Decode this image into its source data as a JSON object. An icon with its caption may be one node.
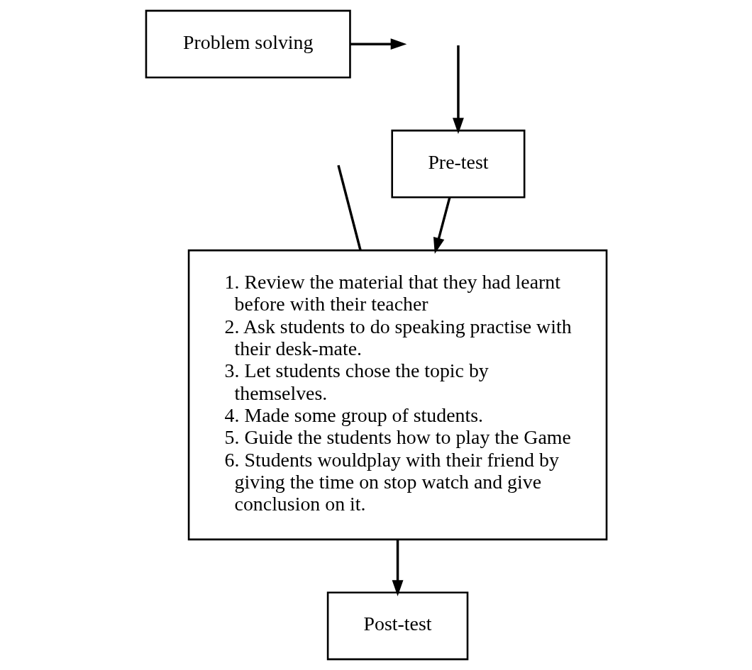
{
  "diagram": {
    "nodes": [
      {
        "text": [
          "Problem solving"
        ]
      },
      {
        "text": [
          "Pre-test"
        ]
      },
      {
        "text": [
          "1. Review the material that they had learnt before with their teacher",
          "2. Ask students to do speaking practise with their desk-mate.",
          "3. Let students chose the topic by themselves.",
          "4. Made some group of students.",
          "5. Guide the students how to play the Game",
          "6. Students wouldplay with their friend by giving the time on stop watch and give conclusion on it."
        ]
      },
      {
        "text": [
          "Post-test"
        ]
      }
    ],
    "edges": [
      {
        "from": 0,
        "to": null,
        "arrow": "to"
      },
      {
        "from": null,
        "to": 1,
        "arrow": "to"
      },
      {
        "from": 1,
        "to": 2,
        "arrow": "to"
      },
      {
        "from": null,
        "to": 2,
        "arrow": "none"
      },
      {
        "from": 2,
        "to": 3,
        "arrow": "to"
      }
    ]
  }
}
